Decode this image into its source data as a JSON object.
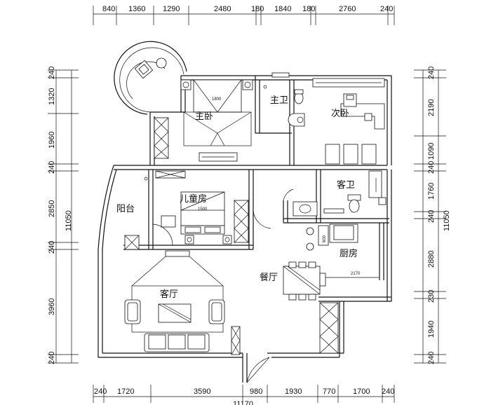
{
  "dimensions": {
    "top": [
      "840",
      "1360",
      "1290",
      "2480",
      "180",
      "1840",
      "180",
      "2760",
      "240"
    ],
    "bottom": [
      "240",
      "1720",
      "3590",
      "980",
      "1930",
      "770",
      "1700",
      "240"
    ],
    "bottom_total": "11170",
    "left": [
      "240",
      "1320",
      "1960",
      "240",
      "2850",
      "240",
      "3960",
      "240"
    ],
    "left_total": "11050",
    "right": [
      "240",
      "2190",
      "1090",
      "240",
      "1760",
      "240",
      "2880",
      "230",
      "1940",
      "240"
    ],
    "right_total": "11050"
  },
  "rooms": {
    "master_bedroom": "主卧",
    "master_bath": "主卫",
    "second_bedroom": "次卧",
    "guest_bath": "客卫",
    "balcony": "阳台",
    "kids_room": "儿童房",
    "kitchen": "厨房",
    "dining": "餐厅",
    "living": "客厅"
  },
  "furniture_labels": {
    "master_bed_width": "1800",
    "kids_bed_width": "1500",
    "counter_depth": "600",
    "kitchen_counter": "2170"
  }
}
